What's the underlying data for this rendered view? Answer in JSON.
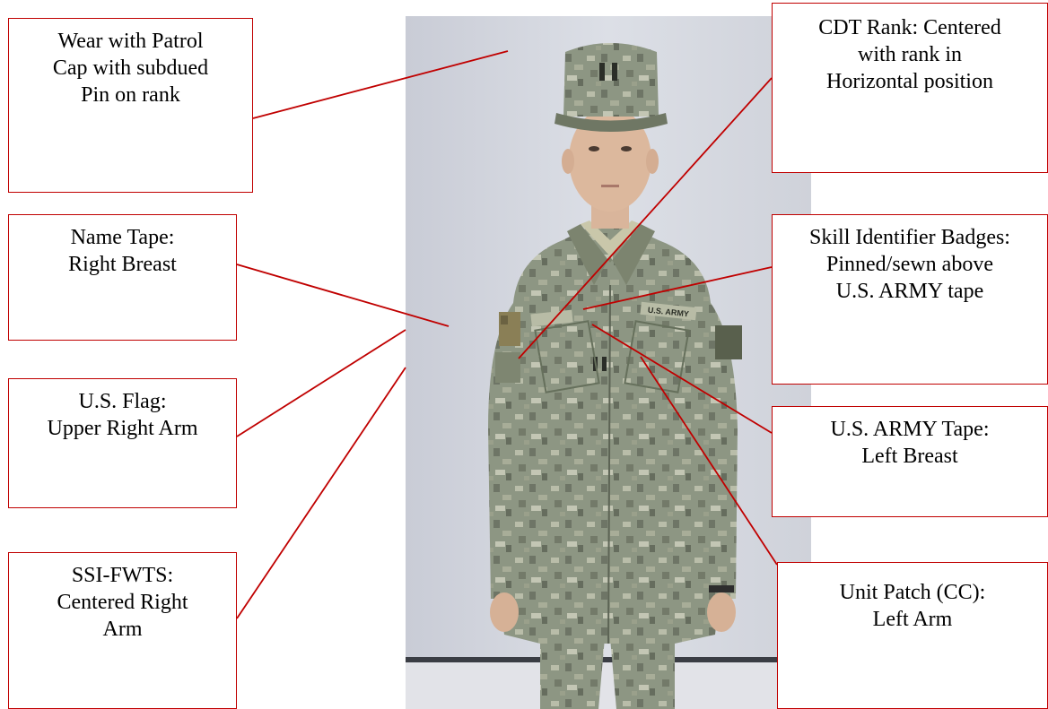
{
  "colors": {
    "line": "#c00000",
    "box_border": "#c00000",
    "text": "#000000",
    "wall": "#d4d7df",
    "uniform": "#8f9884"
  },
  "callouts": {
    "patrol_cap": "Wear with Patrol\nCap with subdued\nPin on rank",
    "name_tape": "Name Tape:\nRight Breast",
    "us_flag": "U.S. Flag:\nUpper Right Arm",
    "ssi_fwts": "SSI-FWTS:\nCentered Right\nArm",
    "cdt_rank": "CDT Rank: Centered\nwith rank in\nHorizontal position",
    "skill_badges": "Skill Identifier Badges:\nPinned/sewn above\nU.S. ARMY tape",
    "army_tape": "U.S. ARMY Tape:\nLeft Breast",
    "unit_patch": "Unit Patch (CC):\nLeft Arm"
  },
  "photo": {
    "subject": "soldier-in-army-combat-uniform",
    "name_tape_text": "",
    "army_tape_text": "U.S. ARMY"
  }
}
